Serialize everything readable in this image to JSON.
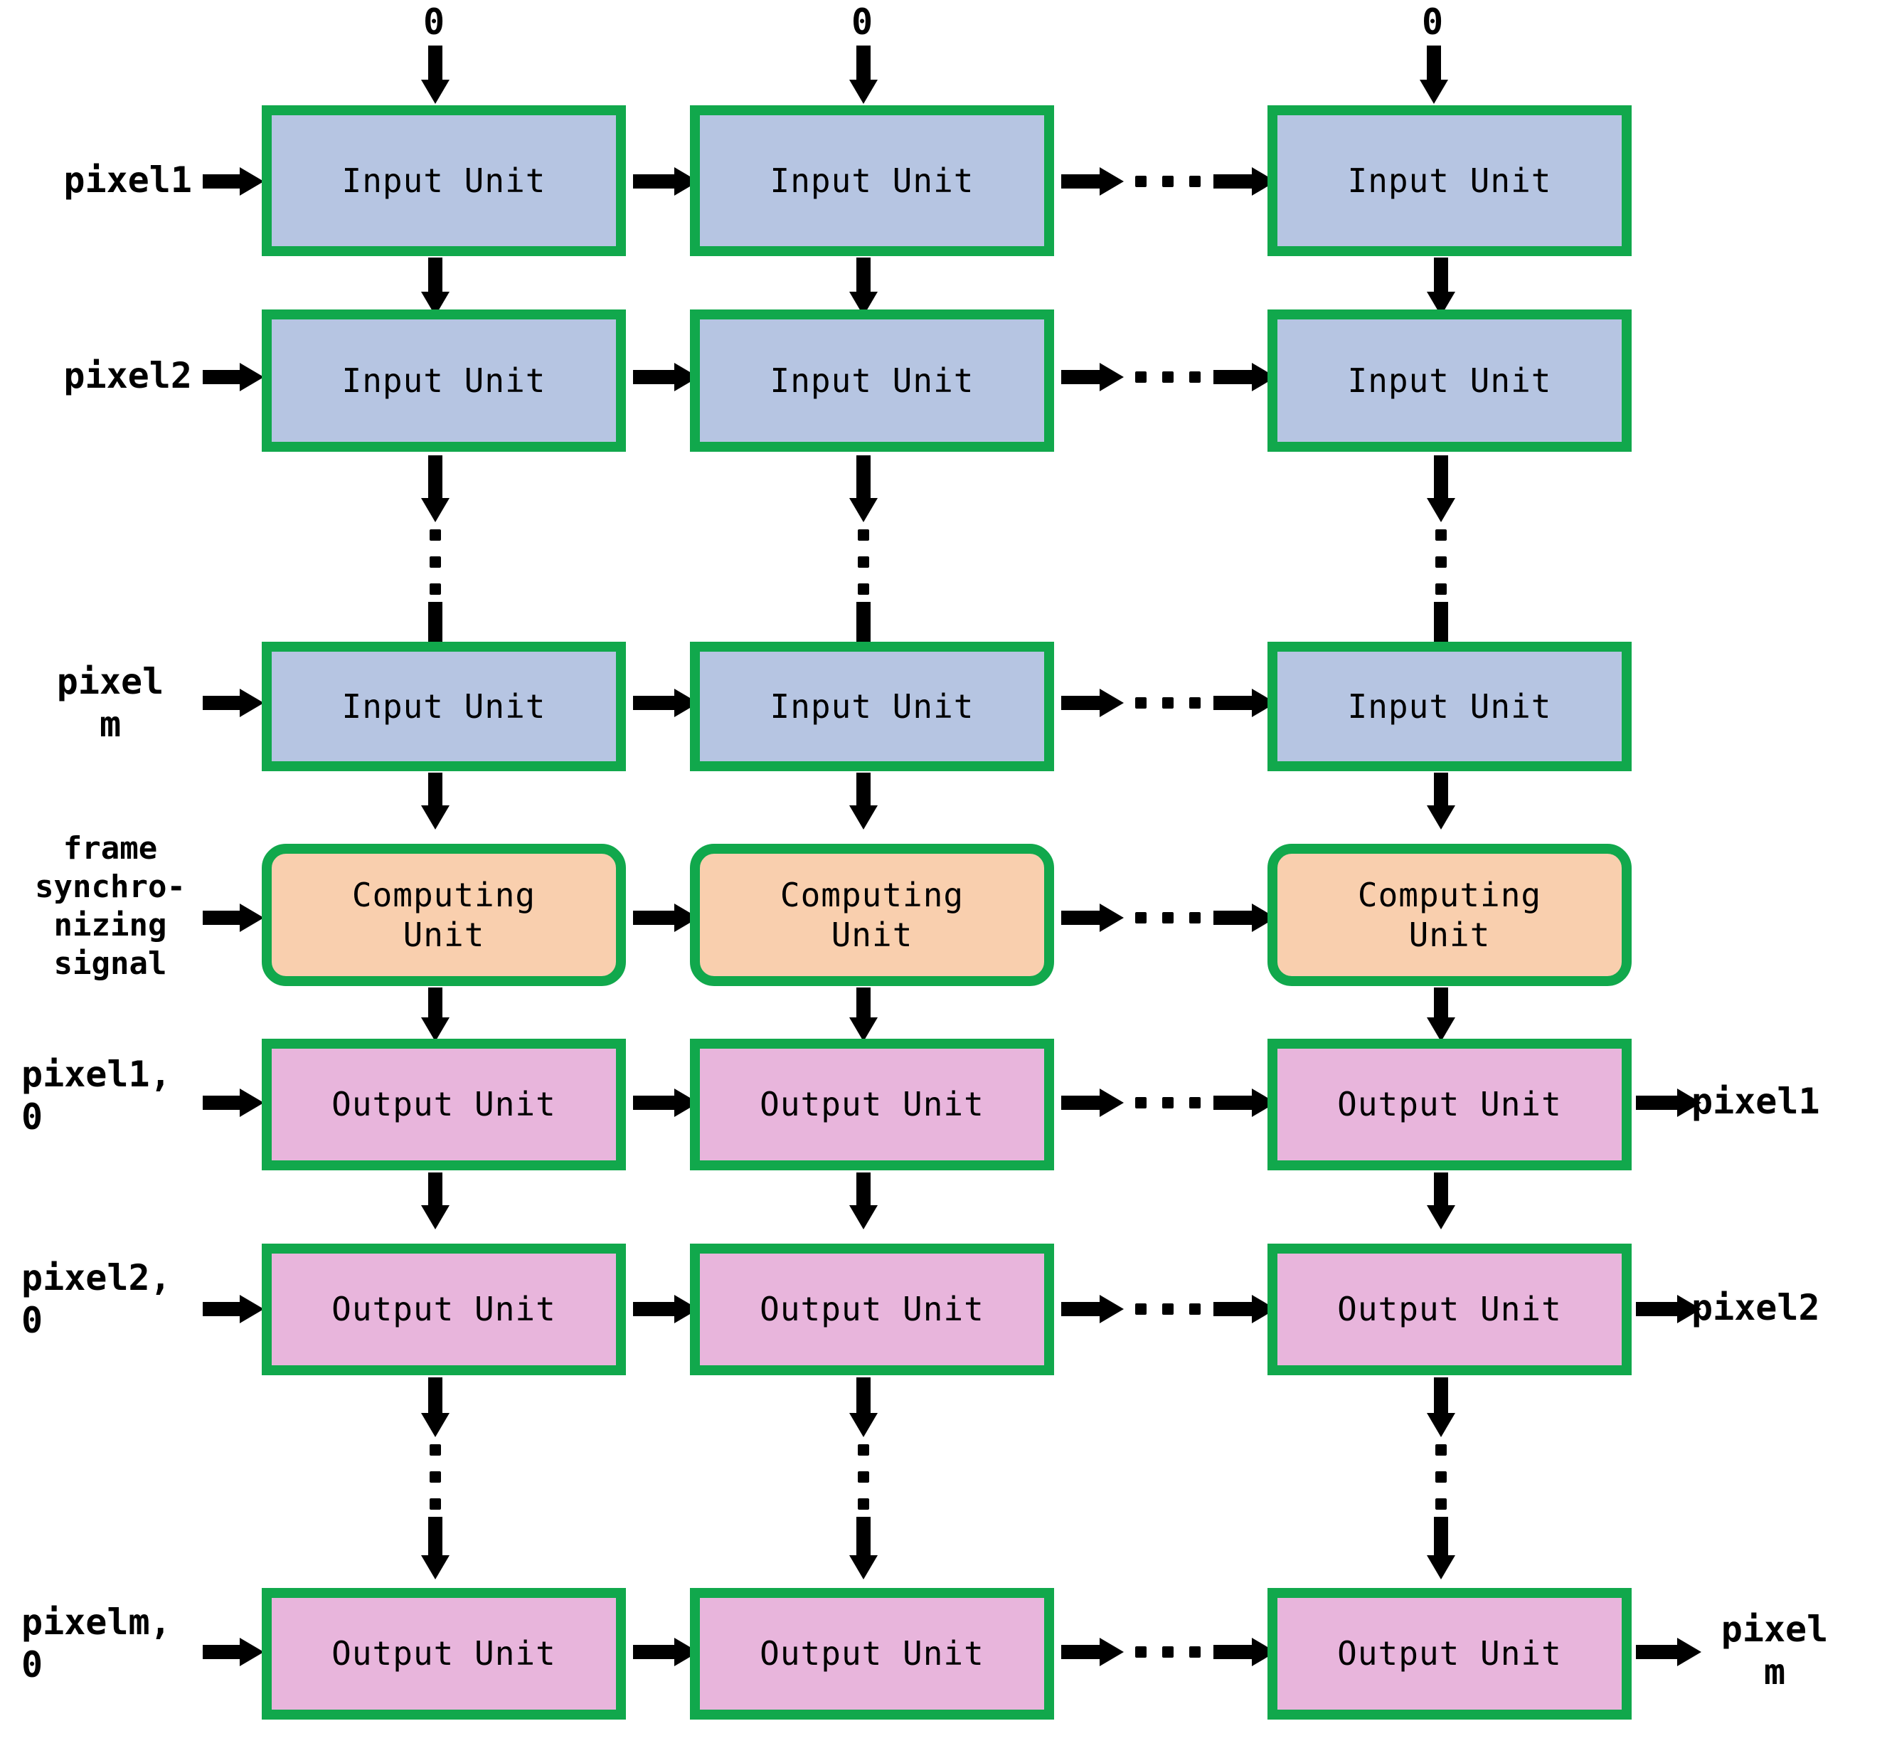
{
  "diagram": {
    "title": "Systolic array of input, computing and output units",
    "colors": {
      "border_green": "#11A84C",
      "input_fill": "#B6C5E2",
      "compute_fill": "#F9CFAE",
      "output_fill": "#E8B5DC",
      "arrow_black": "#000000",
      "background": "#FFFFFF"
    },
    "unit_labels": {
      "input": "Input Unit",
      "computing_line1": "Computing",
      "computing_line2": "Unit",
      "output": "Output Unit"
    },
    "top_inputs": [
      {
        "value": "0"
      },
      {
        "value": "0"
      },
      {
        "value": "0"
      }
    ],
    "left_labels": [
      {
        "line1": "pixel1",
        "line2": "",
        "line3": "",
        "line4": ""
      },
      {
        "line1": "pixel2",
        "line2": "",
        "line3": "",
        "line4": ""
      },
      {
        "line1": "pixel",
        "line2": "m",
        "line3": "",
        "line4": ""
      },
      {
        "line1": "frame",
        "line2": "synchro-",
        "line3": "nizing",
        "line4": "signal"
      },
      {
        "line1": "pixel1,",
        "line2": "0",
        "line3": "",
        "line4": ""
      },
      {
        "line1": "pixel2,",
        "line2": "0",
        "line3": "",
        "line4": ""
      },
      {
        "line1": "pixelm,",
        "line2": "0",
        "line3": "",
        "line4": ""
      }
    ],
    "right_labels": [
      {
        "line1": "pixel1",
        "line2": ""
      },
      {
        "line1": "pixel2",
        "line2": ""
      },
      {
        "line1": "pixel",
        "line2": "m"
      }
    ],
    "rows": [
      {
        "id": "input-row-1",
        "type": "input",
        "label": "Input Unit"
      },
      {
        "id": "input-row-2",
        "type": "input",
        "label": "Input Unit"
      },
      {
        "id": "input-row-m",
        "type": "input",
        "label": "Input Unit"
      },
      {
        "id": "compute-row",
        "type": "compute",
        "label": "Computing Unit"
      },
      {
        "id": "output-row-1",
        "type": "output",
        "label": "Output Unit"
      },
      {
        "id": "output-row-2",
        "type": "output",
        "label": "Output Unit"
      },
      {
        "id": "output-row-m",
        "type": "output",
        "label": "Output Unit"
      }
    ],
    "columns": [
      "col-1",
      "col-2",
      "col-n"
    ],
    "ellipsis": {
      "glyph": "···",
      "dot_count": 3
    }
  }
}
